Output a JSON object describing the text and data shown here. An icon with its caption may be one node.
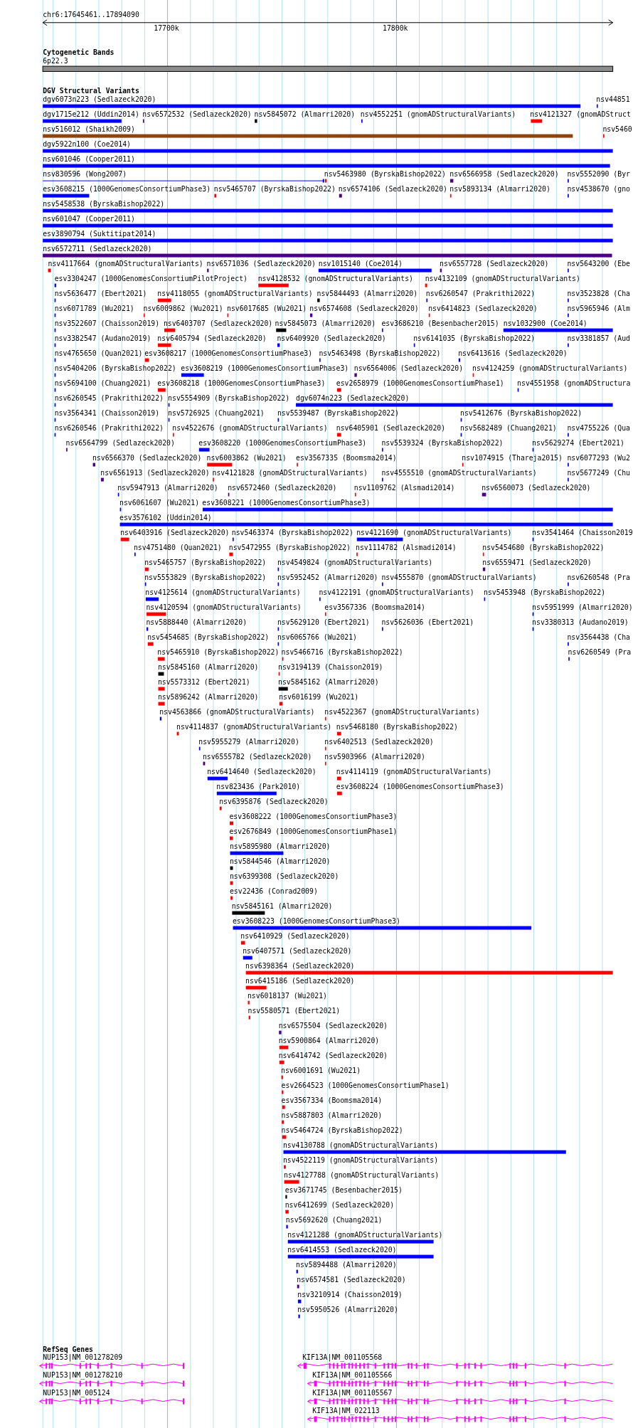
{
  "diagram": {
    "labels": [
      "chr6:17645461..17894090",
      "17700k",
      "17800k",
      "Cytogenetic Bands",
      "6p22.3",
      "DGV Structural Variants",
      "dgv6073n223 (Sedlazeck2020)",
      "nsv44851",
      "dgv1715e212 (Uddin2014)",
      "nsv6572532 (Sedlazeck2020)",
      "nsv5845072 (Almarri2020)",
      "nsv4552251 (gnomADStructuralVariants)",
      "nsv4121327 (gnomADStruct",
      "nsv516012 (Shaikh2009)",
      "nsv5460",
      "dgv5922n100 (Coe2014)",
      "nsv601046 (Cooper2011)",
      "nsv830596 (Wong2007)",
      "nsv5463980 (ByrskaBishop2022)",
      "nsv6566958 (Sedlazeck2020)",
      "nsv5552090 (Byr",
      "esv3608215 (1000GenomesConsortiumPhase3)",
      "nsv5465707 (ByrskaBishop2022)",
      "nsv6574106 (Sedlazeck2020)",
      "nsv5893134 (Almarri2020)",
      "nsv4538670 (gno",
      "nsv5458538 (ByrskaBishop2022)",
      "nsv601047 (Cooper2011)",
      "esv3890794 (Suktitipat2014)",
      "nsv6572711 (Sedlazeck2020)",
      "nsv4117664 (gnomADStructuralVariants)",
      "nsv6571036 (Sedlazeck2020)",
      "nsv1015140 (Coe2014)",
      "nsv6557728 (Sedlazeck2020)",
      "nsv5643200 (Ebe",
      "esv3304247 (1000GenomesConsortiumPilotProject)",
      "nsv4128532 (gnomADStructuralVariants)",
      "nsv4132109 (gnomADStructuralVariants)",
      "nsv5636477 (Ebert2021)",
      "nsv4118055 (gnomADStructuralVariants)",
      "nsv5844493 (Almarri2020)",
      "nsv6260547 (Prakrithi2022)",
      "nsv3523828 (Cha",
      "nsv6071789 (Wu2021)",
      "nsv6009862 (Wu2021)",
      "nsv6017685 (Wu2021)",
      "nsv6574608 (Sedlazeck2020)",
      "nsv6414823 (Sedlazeck2020)",
      "nsv5965946 (Alm",
      "nsv3522607 (Chaisson2019)",
      "nsv6403707 (Sedlazeck2020)",
      "nsv5845073 (Almarri2020)",
      "esv3686210 (Besenbacher2015)",
      "nsv1032900 (Coe2014)",
      "nsv3382547 (Audano2019)",
      "nsv6405794 (Sedlazeck2020)",
      "nsv6409920 (Sedlazeck2020)",
      "nsv6141035 (ByrskaBishop2022)",
      "nsv3381857 (Aud",
      "nsv4765650 (Quan2021)",
      "esv3608217 (1000GenomesConsortiumPhase3)",
      "nsv5463498 (ByrskaBishop2022)",
      "nsv6413616 (Sedlazeck2020)",
      "nsv5404206 (ByrskaBishop2022)",
      "esv3608219 (1000GenomesConsortiumPhase3)",
      "nsv6564006 (Sedlazeck2020)",
      "nsv4124259 (gnomADStructuralVariants)",
      "nsv5694100 (Chuang2021)",
      "esv3608218 (1000GenomesConsortiumPhase3)",
      "esv2658979 (1000GenomesConsortiumPhase1)",
      "nsv4551958 (gnomADStructura",
      "nsv6260545 (Prakrithi2022)",
      "nsv5554909 (ByrskaBishop2022)",
      "dgv6074n223 (Sedlazeck2020)",
      "nsv3564341 (Chaisson2019)",
      "nsv5726925 (Chuang2021)",
      "nsv5539487 (ByrskaBishop2022)",
      "nsv5412676 (ByrskaBishop2022)",
      "nsv6260546 (Prakrithi2022)",
      "nsv4522676 (gnomADStructuralVariants)",
      "nsv6405901 (Sedlazeck2020)",
      "nsv5682489 (Chuang2021)",
      "nsv4755226 (Qua",
      "nsv6564799 (Sedlazeck2020)",
      "esv3608220 (1000GenomesConsortiumPhase3)",
      "nsv5539324 (ByrskaBishop2022)",
      "nsv5629274 (Ebert2021)",
      "nsv6566370 (Sedlazeck2020)",
      "nsv6003862 (Wu2021)",
      "esv3567335 (Boomsma2014)",
      "nsv1074915 (Thareja2015)",
      "nsv6077293 (Wu2",
      "nsv6561913 (Sedlazeck2020)",
      "nsv4121828 (gnomADStructuralVariants)",
      "nsv4555510 (gnomADStructuralVariants)",
      "nsv5677249 (Chu",
      "nsv5947913 (Almarri2020)",
      "nsv6572460 (Sedlazeck2020)",
      "nsv1109762 (Alsmadi2014)",
      "nsv6560073 (Sedlazeck2020)",
      "nsv6061607 (Wu2021)",
      "esv3608221 (1000GenomesConsortiumPhase3)",
      "esv3576102 (Uddin2014)",
      "nsv6403916 (Sedlazeck2020)",
      "nsv5463374 (ByrskaBishop2022)",
      "nsv4121690 (gnomADStructuralVariants)",
      "nsv3541464 (Chaisson2019",
      "nsv4751480 (Quan2021)",
      "nsv5472955 (ByrskaBishop2022)",
      "nsv1114782 (Alsmadi2014)",
      "nsv5454680 (ByrskaBishop2022)",
      "nsv5465757 (ByrskaBishop2022)",
      "nsv4549824 (gnomADStructuralVariants)",
      "nsv6559471 (Sedlazeck2020)",
      "nsv5553829 (ByrskaBishop2022)",
      "nsv5952452 (Almarri2020)",
      "nsv4555870 (gnomADStructuralVariants)",
      "nsv6260548 (Pra",
      "nsv4125614 (gnomADStructuralVariants)",
      "nsv4122191 (gnomADStructuralVariants)",
      "nsv5453948 (ByrskaBishop2022)",
      "nsv4120594 (gnomADStructuralVariants)",
      "esv3567336 (Boomsma2014)",
      "nsv5951999 (Almarri2020)",
      "nsv5888440 (Almarri2020)",
      "nsv5629120 (Ebert2021)",
      "nsv5626036 (Ebert2021)",
      "nsv3380313 (Audano2019)",
      "nsv5454685 (ByrskaBishop2022)",
      "nsv6065766 (Wu2021)",
      "nsv3564438 (Cha",
      "nsv5465910 (ByrskaBishop2022)",
      "nsv5466716 (ByrskaBishop2022)",
      "nsv6260549 (Pra",
      "nsv5845160 (Almarri2020)",
      "nsv3194139 (Chaisson2019)",
      "nsv5573312 (Ebert2021)",
      "nsv5845162 (Almarri2020)",
      "nsv5896242 (Almarri2020)",
      "nsv6016199 (Wu2021)",
      "nsv4563866 (gnomADStructuralVariants)",
      "nsv4522367 (gnomADStructuralVariants)",
      "nsv4114837 (gnomADStructuralVariants)",
      "nsv5468180 (ByrskaBishop2022)",
      "nsv5955279 (Almarri2020)",
      "nsv6402513 (Sedlazeck2020)",
      "nsv6555782 (Sedlazeck2020)",
      "nsv5903966 (Almarri2020)",
      "nsv6414640 (Sedlazeck2020)",
      "nsv4114119 (gnomADStructuralVariants)",
      "nsv823436 (Park2010)",
      "esv3608224 (1000GenomesConsortiumPhase3)",
      "nsv6395876 (Sedlazeck2020)",
      "esv3608222 (1000GenomesConsortiumPhase3)",
      "esv2676849 (1000GenomesConsortiumPhase1)",
      "nsv5895980 (Almarri2020)",
      "nsv5844546 (Almarri2020)",
      "nsv6399308 (Sedlazeck2020)",
      "esv22436 (Conrad2009)",
      "nsv5845161 (Almarri2020)",
      "esv3608223 (1000GenomesConsortiumPhase3)",
      "nsv6410929 (Sedlazeck2020)",
      "nsv6407571 (Sedlazeck2020)",
      "nsv6398364 (Sedlazeck2020)",
      "nsv6415186 (Sedlazeck2020)",
      "nsv6018137 (Wu2021)",
      "nsv5580571 (Ebert2021)",
      "nsv6575504 (Sedlazeck2020)",
      "nsv5900864 (Almarri2020)",
      "nsv6414742 (Sedlazeck2020)",
      "nsv6001691 (Wu2021)",
      "esv2664523 (1000GenomesConsortiumPhase1)",
      "esv3567334 (Boomsma2014)",
      "nsv5887803 (Almarri2020)",
      "nsv5464724 (ByrskaBishop2022)",
      "nsv4130788 (gnomADStructuralVariants)",
      "nsv4522119 (gnomADStructuralVariants)",
      "nsv4127788 (gnomADStructuralVariants)",
      "esv3671745 (Besenbacher2015)",
      "nsv6412699 (Sedlazeck2020)",
      "nsv5692620 (Chuang2021)",
      "nsv4121288 (gnomADStructuralVariants)",
      "nsv6414553 (Sedlazeck2020)",
      "nsv5894488 (Almarri2020)",
      "nsv6574581 (Sedlazeck2020)",
      "nsv3210914 (Chaisson2019)",
      "nsv5950526 (Almarri2020)",
      "RefSeq Genes",
      "NUP153|NM_001278209",
      "KIF13A|NM_001105568",
      "NUP153|NM_001278210",
      "KIF13A|NM_001105566",
      "NUP153|NM_005124",
      "KIF13A|NM_001105567",
      "KIF13A|NM_022113"
    ]
  }
}
